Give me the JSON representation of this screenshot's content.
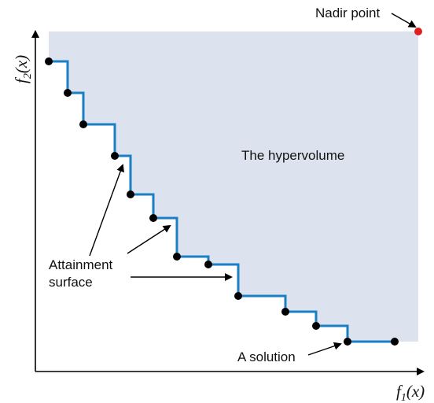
{
  "axes": {
    "x_label": {
      "base": "f",
      "sub": "1",
      "suffix": "(x)"
    },
    "y_label": {
      "base": "f",
      "sub": "2",
      "suffix": "(x)"
    }
  },
  "labels": {
    "nadir": "Nadir point",
    "hypervolume": "The hypervolume",
    "attainment_line1": "Attainment",
    "attainment_line2": "surface",
    "solution": "A solution"
  },
  "colors": {
    "hypervolume_fill": "#dce3ef",
    "attainment_surface": "#1b7fc4",
    "solution_point": "#000000",
    "nadir_point": "#e02020",
    "axes": "#000000"
  }
}
